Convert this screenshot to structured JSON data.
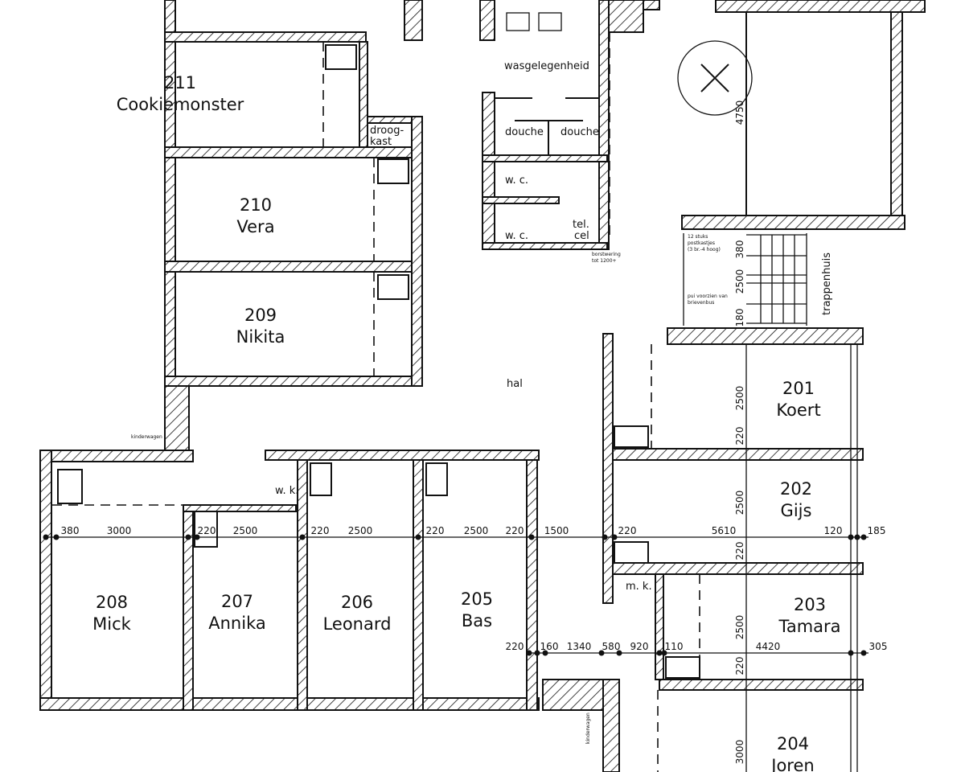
{
  "rooms": [
    {
      "number": "211",
      "name": "Cookiemonster"
    },
    {
      "number": "210",
      "name": "Vera"
    },
    {
      "number": "209",
      "name": "Nikita"
    },
    {
      "number": "208",
      "name": "Mick"
    },
    {
      "number": "207",
      "name": "Annika"
    },
    {
      "number": "206",
      "name": "Leonard"
    },
    {
      "number": "205",
      "name": "Bas"
    },
    {
      "number": "201",
      "name": "Koert"
    },
    {
      "number": "202",
      "name": "Gijs"
    },
    {
      "number": "203",
      "name": "Tamara"
    },
    {
      "number": "204",
      "name": "Joren"
    }
  ],
  "labels": {
    "wasgelegenheid": "wasgelegenheid",
    "douche_1": "douche",
    "douche_2": "douche",
    "wc_1": "w. c.",
    "wc_2": "w. c.",
    "tel": "tel.",
    "cel": "cel",
    "droog": "droog-",
    "kast": "kast",
    "wk": "w. k.",
    "mk": "m. k.",
    "hal": "hal",
    "trappenhuis": "trappenhuis",
    "postkast_1": "12 stuks",
    "postkast_2": "postkastjes",
    "postkast_3": "(3 br.-4 hoog)",
    "pui_1": "pui voorzien van",
    "pui_2": "brievenbus",
    "borstwering_1": "borstwering",
    "borstwering_2": "tot 1200+",
    "kinderwagen_1": "kinderwagen",
    "kinderwagen_2": "kinderwagen"
  },
  "dimensions": {
    "row_1": [
      "380",
      "3000",
      "220",
      "2500",
      "220",
      "2500",
      "220",
      "2500",
      "220",
      "1500",
      "220",
      "5610",
      "120",
      "185"
    ],
    "row_2": [
      "220",
      "160",
      "1340",
      "580",
      "920",
      "110",
      "4420",
      "305"
    ],
    "vertical": [
      "4750",
      "380",
      "2500",
      "180",
      "2500",
      "220",
      "2500",
      "220",
      "2500",
      "220",
      "3000"
    ]
  }
}
